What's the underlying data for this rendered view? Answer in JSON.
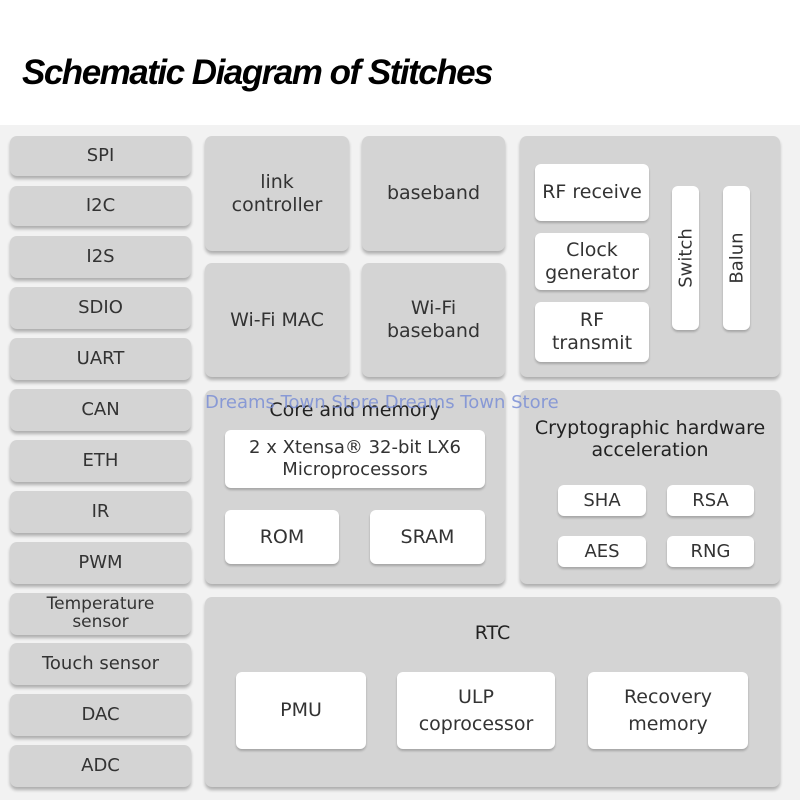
{
  "title": "Schematic Diagram of Stitches",
  "watermark": "Dreams Town Store Dreams Town Store",
  "interfaces": [
    "SPI",
    "I2C",
    "I2S",
    "SDIO",
    "UART",
    "CAN",
    "ETH",
    "IR",
    "PWM",
    "Temperature\nsensor",
    "Touch sensor",
    "DAC",
    "ADC"
  ],
  "wifi_blocks": {
    "link_controller": "link\ncontroller",
    "baseband": "baseband",
    "wifi_mac": "Wi-Fi MAC",
    "wifi_baseband": "Wi-Fi\nbaseband"
  },
  "radio": {
    "rf_receive": "RF receive",
    "clock_generator": "Clock\ngenerator",
    "rf_transmit": "RF\ntransmit",
    "switch": "Switch",
    "balun": "Balun"
  },
  "core": {
    "heading": "Core and memory",
    "processor": "2 x Xtensa® 32-bit LX6\nMicroprocessors",
    "rom": "ROM",
    "sram": "SRAM"
  },
  "crypto": {
    "heading": "Cryptographic hardware\nacceleration",
    "sha": "SHA",
    "rsa": "RSA",
    "aes": "AES",
    "rng": "RNG"
  },
  "rtc": {
    "heading": "RTC",
    "pmu": "PMU",
    "ulp": "ULP\ncoprocessor",
    "recovery": "Recovery\nmemory"
  }
}
